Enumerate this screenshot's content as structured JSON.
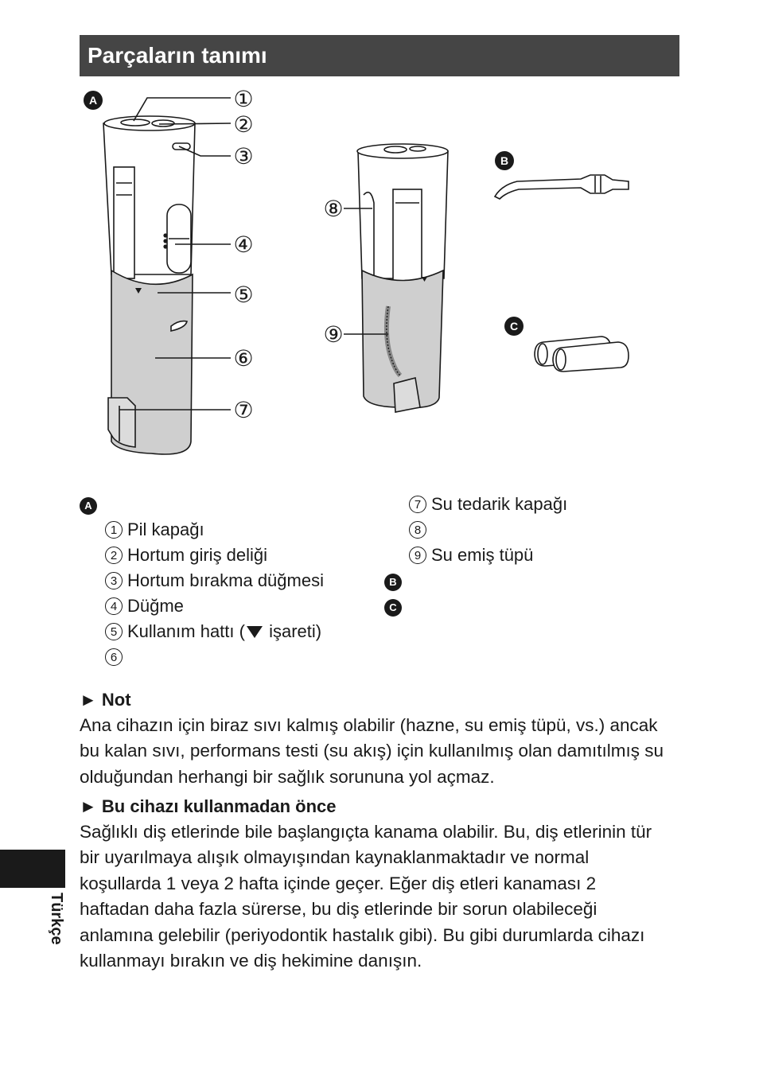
{
  "header": {
    "title": "Parçaların tanımı"
  },
  "figure": {
    "badges": {
      "a": "A",
      "b": "B",
      "c": "C"
    },
    "callouts": [
      "①",
      "②",
      "③",
      "④",
      "⑤",
      "⑥",
      "⑦",
      "⑧",
      "⑨"
    ]
  },
  "parts": {
    "group_a": {
      "badge": "A",
      "items": [
        {
          "num": "1",
          "label": "Pil kapağı"
        },
        {
          "num": "2",
          "label": "Hortum giriş deliği"
        },
        {
          "num": "3",
          "label": "Hortum bırakma düğmesi"
        },
        {
          "num": "4",
          "label": "Düğme"
        },
        {
          "num": "5",
          "label": "Kullanım hattı (",
          "label_after": " işareti)"
        },
        {
          "num": "6",
          "label": ""
        }
      ]
    },
    "group_right": {
      "items": [
        {
          "num": "7",
          "label": "Su tedarik kapağı"
        },
        {
          "num": "8",
          "label": ""
        },
        {
          "num": "9",
          "label": "Su emiş tüpü"
        }
      ],
      "badge_b": "B",
      "badge_c": "C"
    }
  },
  "note": {
    "heading": "► Not",
    "lines": [
      "Ana cihazın için biraz sıvı kalmış olabilir (hazne, su emiş tüpü, vs.) ancak",
      "bu kalan sıvı, performans testi (su akış) için kullanılmış olan damıtılmış su",
      "olduğundan herhangi bir sağlık sorununa yol açmaz."
    ]
  },
  "before_use": {
    "heading": "► Bu cihazı kullanmadan önce",
    "lines": [
      "Sağlıklı diş etlerinde bile başlangıçta kanama olabilir. Bu, diş etlerinin tür",
      "bir uyarılmaya alışık olmayışından kaynaklanmaktadır ve normal",
      "koşullarda 1 veya 2 hafta içinde geçer. Eğer diş etleri kanaması 2",
      "haftadan daha fazla sürerse, bu diş etlerinde bir sorun olabileceği",
      "anlamına gelebilir (periyodontik hastalık gibi). Bu gibi durumlarda cihazı",
      "kullanmayı bırakın ve diş hekimine danışın."
    ]
  },
  "sidebar": {
    "language": "Türkçe"
  }
}
